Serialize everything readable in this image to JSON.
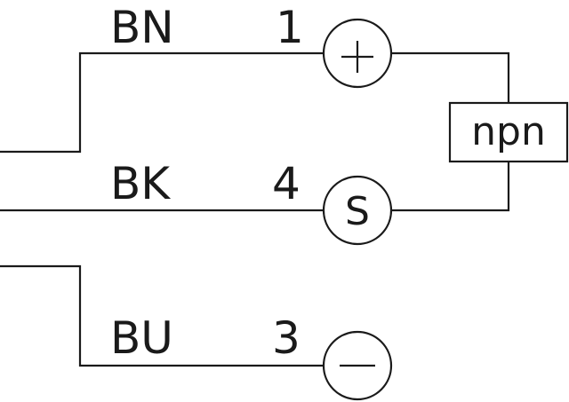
{
  "wires": [
    {
      "color_code": "BN",
      "pin": "1",
      "terminal": "plus"
    },
    {
      "color_code": "BK",
      "pin": "4",
      "terminal_label": "S"
    },
    {
      "color_code": "BU",
      "pin": "3",
      "terminal": "minus"
    }
  ],
  "output_type": "npn",
  "line_color": "#1a1a1a"
}
